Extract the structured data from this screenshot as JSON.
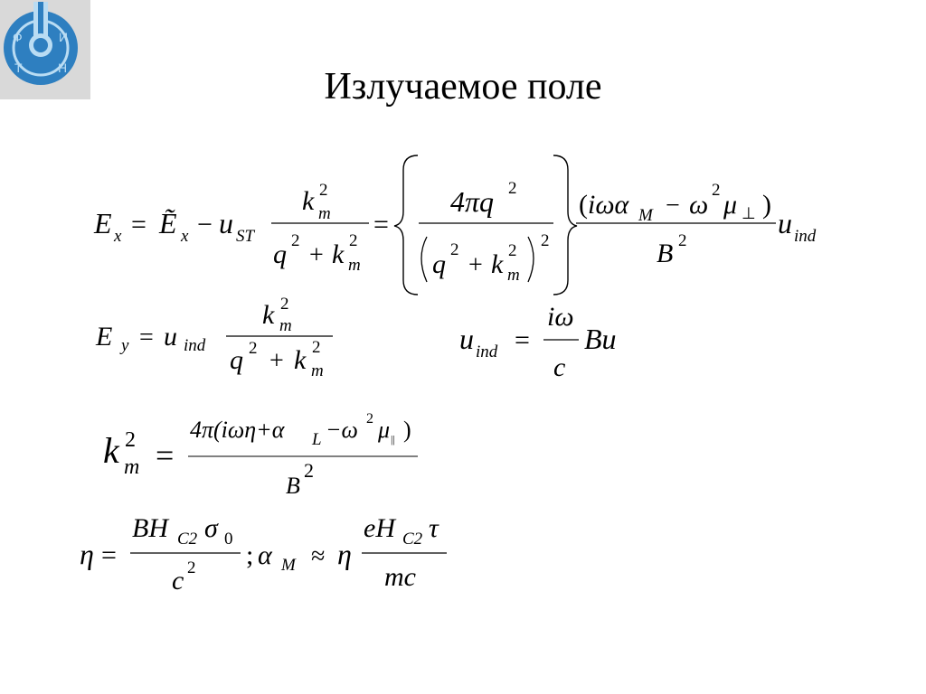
{
  "slide": {
    "title": "Излучаемое поле",
    "logo": {
      "name": "institute-logo",
      "letters": [
        "Ф",
        "И",
        "Т",
        "Н"
      ],
      "colors": {
        "primary": "#2e7fc0",
        "light": "#b9dcf3",
        "background": "#d9d9d9"
      }
    }
  },
  "formulas": {
    "ex": {
      "lhs_E": "E",
      "lhs_x": "x",
      "eq1": "=",
      "Etilde": "Ẽ",
      "Etilde_x": "x",
      "minus": "−",
      "u": "u",
      "u_sub": "ST",
      "frac1_num_k": "k",
      "frac1_num_sup": "2",
      "frac1_num_sub": "m",
      "frac1_den_q": "q",
      "frac1_den_qsup": "2",
      "frac1_den_plus": "+",
      "frac1_den_k": "k",
      "frac1_den_ksup": "2",
      "frac1_den_ksub": "m",
      "eq2": "=",
      "frac2_num": "4πq",
      "frac2_num_sup": "2",
      "frac2_den_q": "q",
      "frac2_den_qsup": "2",
      "frac2_den_plus": "+",
      "frac2_den_k": "k",
      "frac2_den_ksup": "2",
      "frac2_den_ksub": "m",
      "frac2_den_outsup": "2",
      "frac3_num_open": "(",
      "frac3_num_iwa": "iωα",
      "frac3_num_M": "M",
      "frac3_num_minus": "−",
      "frac3_num_w": "ω",
      "frac3_num_wsup": "2",
      "frac3_num_mu": "μ",
      "frac3_num_perp": "⊥",
      "frac3_num_close": ")",
      "frac3_den": "B",
      "frac3_den_sup": "2",
      "uind": "u",
      "uind_sub": "ind"
    },
    "ey": {
      "E": "E",
      "y": "y",
      "eq": "=",
      "u": "u",
      "u_sub": "ind",
      "num_k": "k",
      "num_sup": "2",
      "num_sub": "m",
      "den_q": "q",
      "den_qsup": "2",
      "den_plus": "+",
      "den_k": "k",
      "den_ksup": "2",
      "den_ksub": "m"
    },
    "uind": {
      "u": "u",
      "sub": "ind",
      "eq": "=",
      "num": "iω",
      "den": "c",
      "rest": "Bu"
    },
    "km": {
      "k": "k",
      "sup": "2",
      "sub": "m",
      "eq": "=",
      "num_main": "4π(iωη+α",
      "num_L": "L",
      "num_minus": "−ω",
      "num_sup": "2",
      "num_mu": "μ",
      "num_par": "||",
      "num_close": ")",
      "den": "B",
      "den_sup": "2"
    },
    "eta": {
      "eta": "η",
      "eq": "=",
      "num_BH": "BH",
      "num_sub": "C2",
      "num_sigma": "σ",
      "num_sigma_sub": "0",
      "den_c": "c",
      "den_sup": "2",
      "semicolon": ";",
      "alpha": "α",
      "alpha_sub": "M",
      "approx": "≈",
      "eta2": "η",
      "num2_eH": "eH",
      "num2_sub": "C2",
      "num2_tau": "τ",
      "den2": "mc"
    }
  }
}
